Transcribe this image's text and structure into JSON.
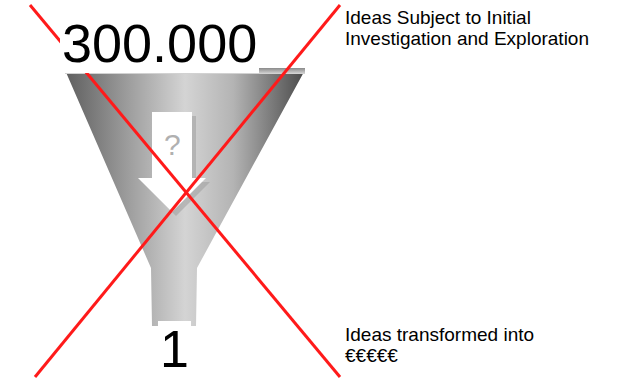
{
  "diagram": {
    "labels": [
      "300.000",
      "?",
      "1",
      "Ideas Subject to Initial Investigation and Exploration",
      "Ideas transformed into €€€€€"
    ]
  }
}
